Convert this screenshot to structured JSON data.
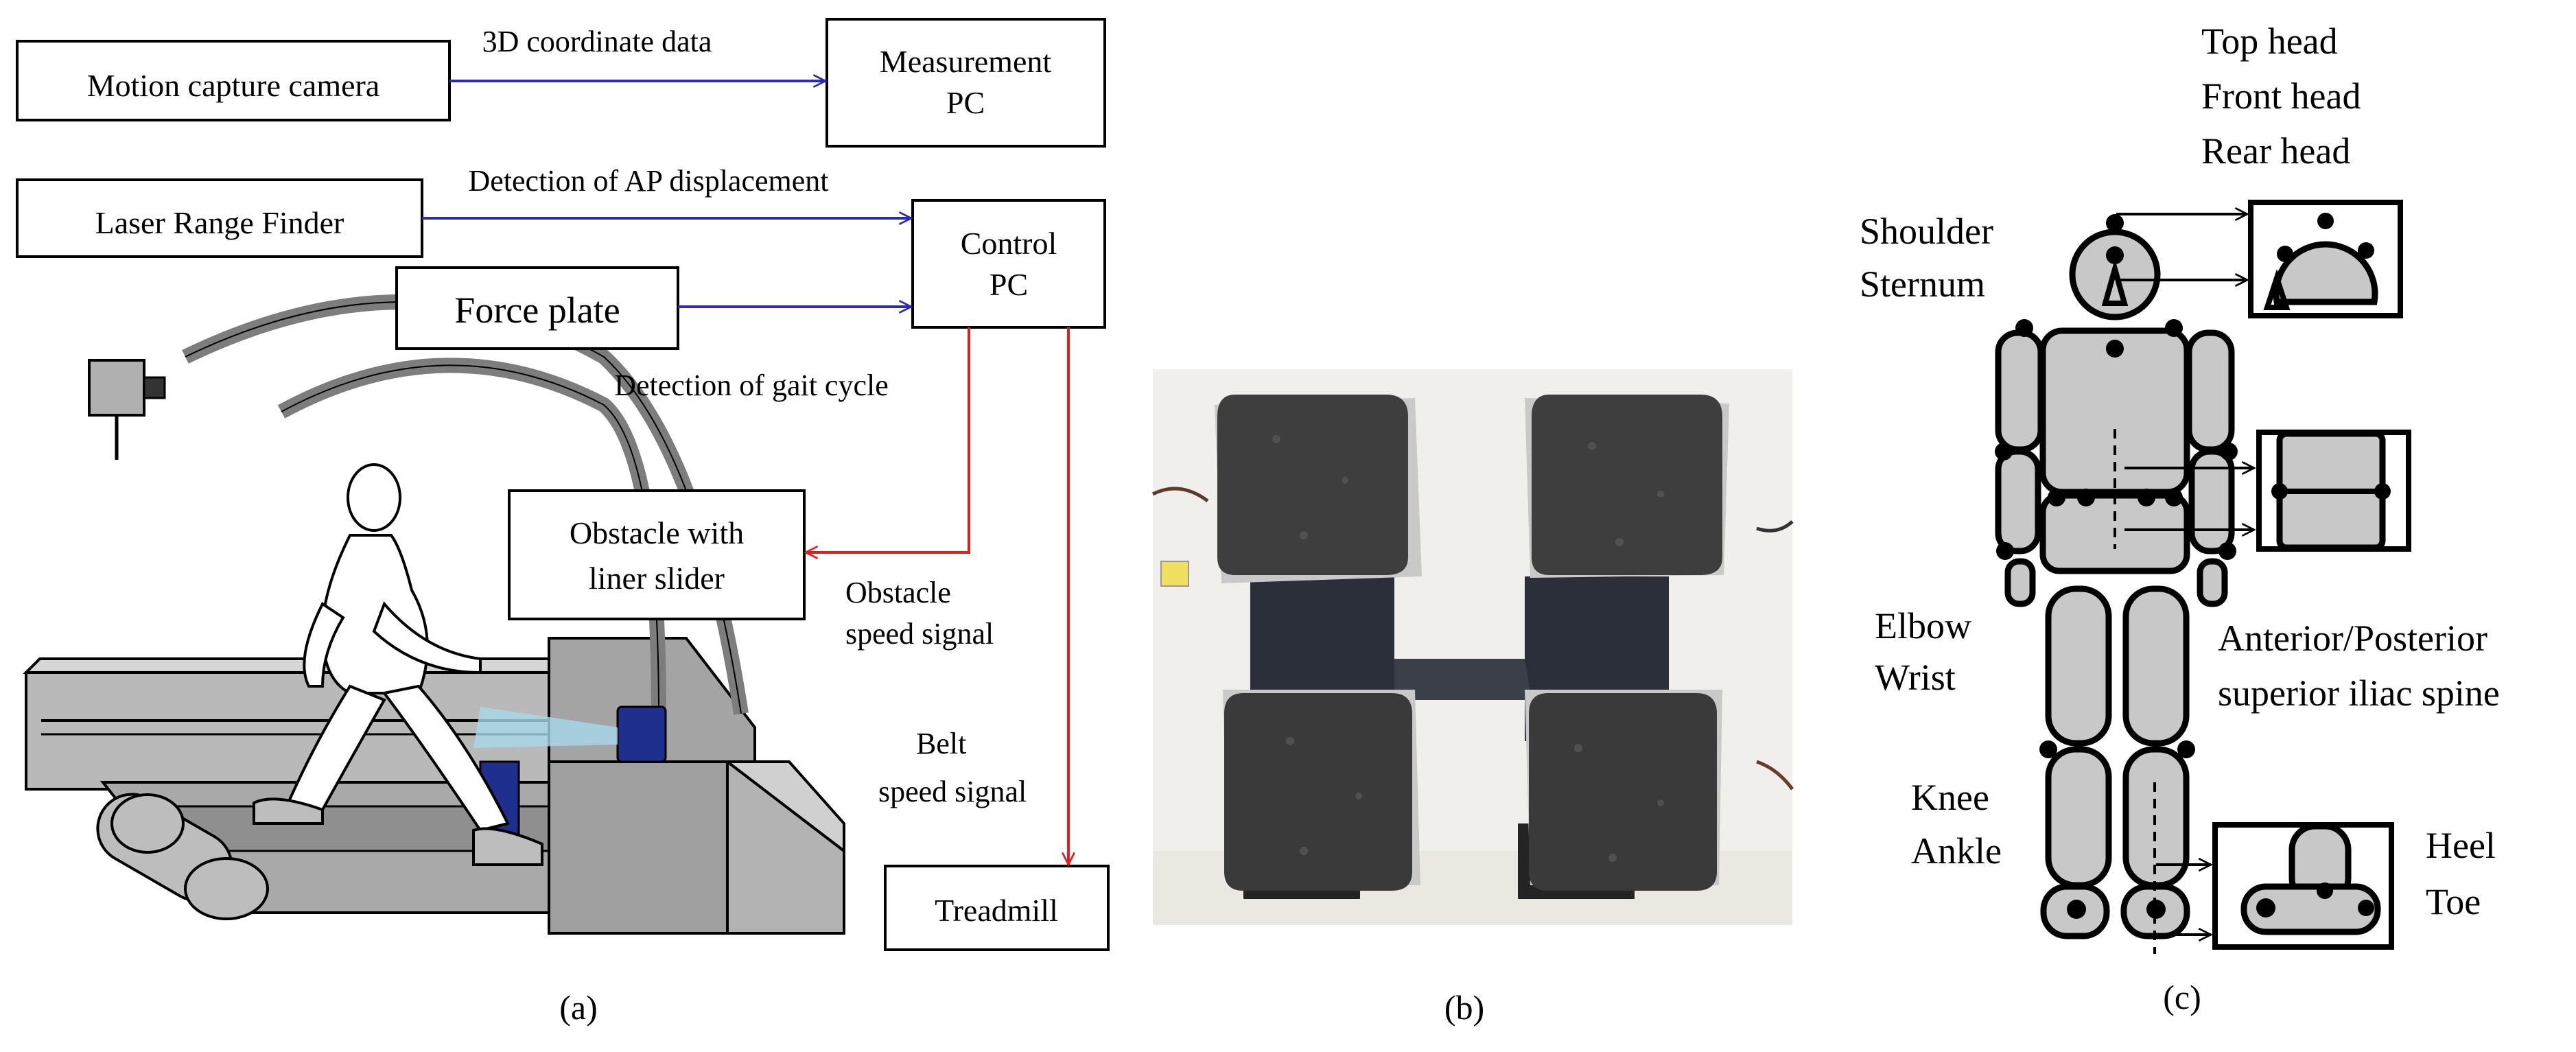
{
  "panel_a": {
    "caption": "(a)",
    "boxes": {
      "camera": "Motion capture camera",
      "measurement_pc": [
        "Measurement",
        "PC"
      ],
      "laser": "Laser Range Finder",
      "control_pc": [
        "Control",
        "PC"
      ],
      "force_plate": "Force plate",
      "obstacle": [
        "Obstacle with",
        "liner slider"
      ],
      "treadmill": "Treadmill"
    },
    "arrow_labels": {
      "coord": "3D coordinate data",
      "ap": "Detection of AP displacement",
      "gait": "Detection of gait cycle",
      "obstacle_signal": [
        "Obstacle",
        "speed signal"
      ],
      "belt_signal": [
        "Belt",
        "speed signal"
      ]
    },
    "colors": {
      "data_arrow": "#2b2bb5",
      "signal_arrow": "#e02020"
    }
  },
  "panel_b": {
    "caption": "(b)"
  },
  "panel_c": {
    "caption": "(c)",
    "labels": {
      "top_head": "Top head",
      "front_head": "Front head",
      "rear_head": "Rear head",
      "shoulder": "Shoulder",
      "sternum": "Sternum",
      "elbow": "Elbow",
      "wrist": "Wrist",
      "asis": "Anterior/Posterior",
      "asis2": "superior iliac spine",
      "knee": "Knee",
      "ankle": "Ankle",
      "heel": "Heel",
      "toe": "Toe"
    },
    "colors": {
      "body": "#c8c8c8"
    }
  }
}
